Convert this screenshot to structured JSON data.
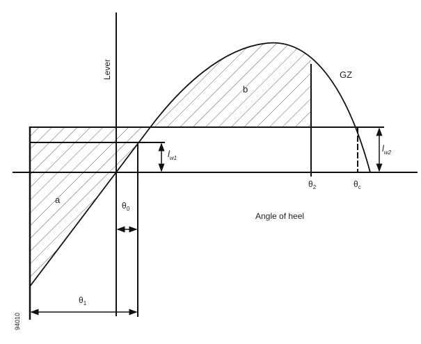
{
  "diagram": {
    "y_axis_label": "Lever",
    "x_axis_label": "Angle of heel",
    "curve_label": "GZ",
    "area_a_label": "a",
    "area_b_label": "b",
    "lw1_label": "l",
    "lw1_sub": "w1",
    "lw2_label": "l",
    "lw2_sub": "w2",
    "theta0_label": "θ",
    "theta0_sub": "0",
    "theta1_label": "θ",
    "theta1_sub": "1",
    "theta2_label": "θ",
    "theta2_sub": "2",
    "thetac_label": "θ",
    "thetac_sub": "c",
    "figure_id": "94010"
  }
}
